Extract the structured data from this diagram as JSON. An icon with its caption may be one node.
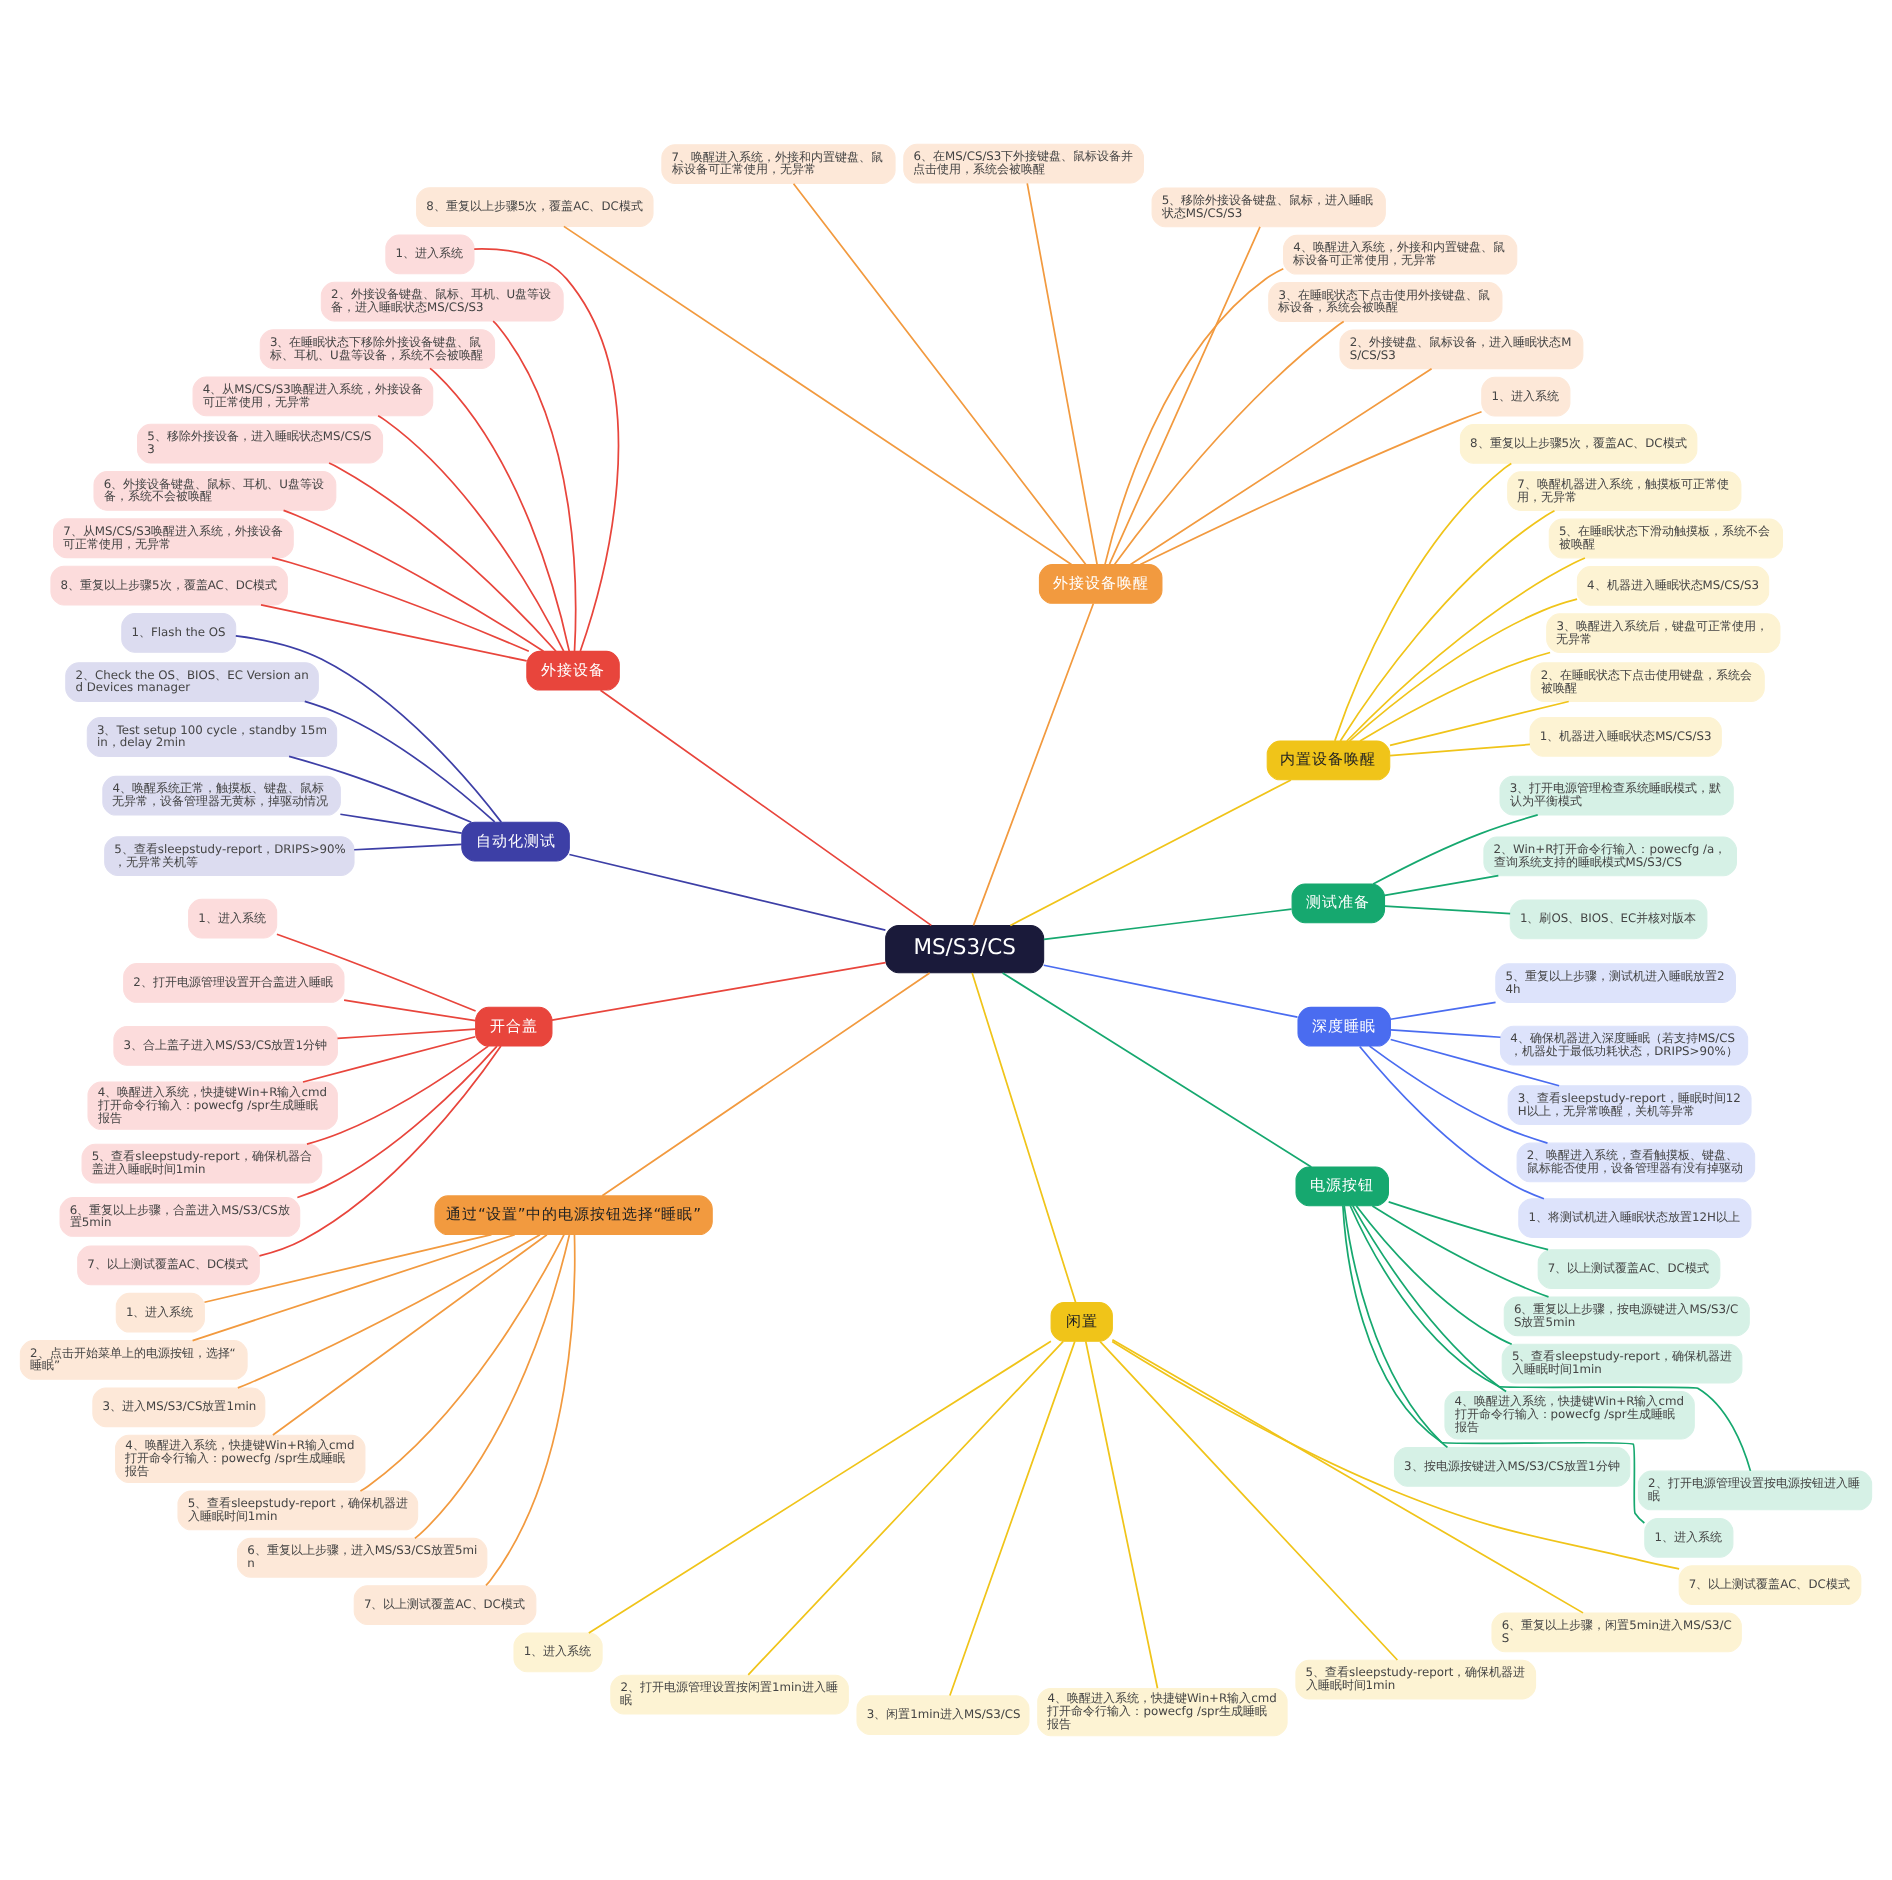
{
  "diagram": {
    "nodes": [
      {
        "text": [
          "MS/S3/CS"
        ]
      },
      {
        "text": [
          "测试准备"
        ]
      },
      {
        "text": [
          "1、刷OS、BIOS、EC并核对版本"
        ]
      },
      {
        "text": [
          "2、Win+R打开命令行输入：powecfg /a，查询系统支持的睡眠模式MS/S3/CS"
        ]
      },
      {
        "text": [
          "3、打开电源管理检查系统睡眠模式，默认为平衡模式"
        ]
      },
      {
        "text": [
          "内置设备唤醒"
        ]
      },
      {
        "text": [
          "1、机器进入睡眠状态MS/CS/S3"
        ]
      },
      {
        "text": [
          "2、在睡眠状态下点击使用键盘，系统会被唤醒"
        ]
      },
      {
        "text": [
          "3、唤醒进入系统后，键盘可正常使用，无异常"
        ]
      },
      {
        "text": [
          "4、机器进入睡眠状态MS/CS/S3"
        ]
      },
      {
        "text": [
          "5、在睡眠状态下滑动触摸板，系统不会被唤醒"
        ]
      },
      {
        "text": [
          "7、唤醒机器进入系统，触摸板可正常使用，无异常"
        ]
      },
      {
        "text": [
          "8、重复以上步骤5次，覆盖AC、DC模式"
        ]
      },
      {
        "text": [
          "外接设备唤醒"
        ]
      },
      {
        "text": [
          "1、进入系统"
        ]
      },
      {
        "text": [
          "2、外接键盘、鼠标设备，进入睡眠状态MS/CS/S3"
        ]
      },
      {
        "text": [
          "3、在睡眠状态下点击使用外接键盘、鼠标设备，系统会被唤醒"
        ]
      },
      {
        "text": [
          "4、唤醒进入系统，外接和内置键盘、鼠标设备可正常使用，无异常"
        ]
      },
      {
        "text": [
          "5、移除外接设备键盘、鼠标，进入睡眠状态MS/CS/S3"
        ]
      },
      {
        "text": [
          "6、在MS/CS/S3下外接键盘、鼠标设备并点击使用，系统会被唤醒"
        ]
      },
      {
        "text": [
          "7、唤醒进入系统，外接和内置键盘、鼠标设备可正常使用，无异常"
        ]
      },
      {
        "text": [
          "8、重复以上步骤5次，覆盖AC、DC模式"
        ]
      },
      {
        "text": [
          "外接设备"
        ]
      },
      {
        "text": [
          "1、进入系统"
        ]
      },
      {
        "text": [
          "2、外接设备键盘、鼠标、耳机、U盘等设备，进入睡眠状态MS/CS/S3"
        ]
      },
      {
        "text": [
          "3、在睡眠状态下移除外接设备键盘、鼠标、耳机、U盘等设备，系统不会被唤醒"
        ]
      },
      {
        "text": [
          "4、从MS/CS/S3唤醒进入系统，外接设备可正常使用，无异常"
        ]
      },
      {
        "text": [
          "5、移除外接设备，进入睡眠状态MS/CS/S3"
        ]
      },
      {
        "text": [
          "6、外接设备键盘、鼠标、耳机、U盘等设备，系统不会被唤醒"
        ]
      },
      {
        "text": [
          "7、从MS/CS/S3唤醒进入系统，外接设备可正常使用，无异常"
        ]
      },
      {
        "text": [
          "8、重复以上步骤5次，覆盖AC、DC模式"
        ]
      },
      {
        "text": [
          "自动化测试"
        ]
      },
      {
        "text": [
          "1、Flash the OS"
        ]
      },
      {
        "text": [
          "2、Check the OS、BIOS、EC Version and Devices manager"
        ]
      },
      {
        "text": [
          "3、Test setup 100 cycle，standby 15min，delay 2min"
        ]
      },
      {
        "text": [
          "4、唤醒系统正常，触摸板、键盘、鼠标无异常，设备管理器无黄标，掉驱动情况"
        ]
      },
      {
        "text": [
          "5、查看sleepstudy-report，DRIPS>90%，无异常关机等"
        ]
      },
      {
        "text": [
          "开合盖"
        ]
      },
      {
        "text": [
          "1、进入系统"
        ]
      },
      {
        "text": [
          "2、打开电源管理设置开合盖进入睡眠"
        ]
      },
      {
        "text": [
          "3、合上盖子进入MS/S3/CS放置1分钟"
        ]
      },
      {
        "text": [
          "4、唤醒进入系统，快捷键Win+R输入cmd打开命令行输入：powecfg /spr生成睡眠报告"
        ]
      },
      {
        "text": [
          "5、查看sleepstudy-report，确保机器合盖进入睡眠时间1min"
        ]
      },
      {
        "text": [
          "6、重复以上步骤，合盖进入MS/S3/CS放置5min"
        ]
      },
      {
        "text": [
          "7、以上测试覆盖AC、DC模式"
        ]
      },
      {
        "text": [
          "通过“设置”中的电源按钮选择“睡眠”"
        ]
      },
      {
        "text": [
          "1、进入系统"
        ]
      },
      {
        "text": [
          "2、点击开始菜单上的电源按钮，选择“睡眠”"
        ]
      },
      {
        "text": [
          "3、进入MS/S3/CS放置1min"
        ]
      },
      {
        "text": [
          "4、唤醒进入系统，快捷键Win+R输入cmd打开命令行输入：powecfg /spr生成睡眠报告"
        ]
      },
      {
        "text": [
          "5、查看sleepstudy-report，确保机器进入睡眠时间1min"
        ]
      },
      {
        "text": [
          "6、重复以上步骤，进入MS/S3/CS放置5min"
        ]
      },
      {
        "text": [
          "7、以上测试覆盖AC、DC模式"
        ]
      },
      {
        "text": [
          "闲置"
        ]
      },
      {
        "text": [
          "1、进入系统"
        ]
      },
      {
        "text": [
          "2、打开电源管理设置按闲置1min进入睡眠"
        ]
      },
      {
        "text": [
          "3、闲置1min进入MS/S3/CS"
        ]
      },
      {
        "text": [
          "4、唤醒进入系统，快捷键Win+R输入cmd打开命令行输入：powecfg /spr生成睡眠报告"
        ]
      },
      {
        "text": [
          "5、查看sleepstudy-report，确保机器进入睡眠时间1min"
        ]
      },
      {
        "text": [
          "6、重复以上步骤，闲置5min进入MS/S3/CS"
        ]
      },
      {
        "text": [
          "7、以上测试覆盖AC、DC模式"
        ]
      },
      {
        "text": [
          "电源按钮"
        ]
      },
      {
        "text": [
          "1、进入系统"
        ]
      },
      {
        "text": [
          "2、打开电源管理设置按电源按钮进入睡眠"
        ]
      },
      {
        "text": [
          "3、按电源按键进入MS/S3/CS放置1分钟"
        ]
      },
      {
        "text": [
          "4、唤醒进入系统，快捷键Win+R输入cmd打开命令行输入：powecfg /spr生成睡眠报告"
        ]
      },
      {
        "text": [
          "5、查看sleepstudy-report，确保机器进入睡眠时间1min"
        ]
      },
      {
        "text": [
          "6、重复以上步骤，按电源键进入MS/S3/CS放置5min"
        ]
      },
      {
        "text": [
          "7、以上测试覆盖AC、DC模式"
        ]
      },
      {
        "text": [
          "深度睡眠"
        ]
      },
      {
        "text": [
          "1、将测试机进入睡眠状态放置12H以上"
        ]
      },
      {
        "text": [
          "2、唤醒进入系统，查看触摸板、键盘、鼠标能否使用，设备管理器有没有掉驱动"
        ]
      },
      {
        "text": [
          "3、查看sleepstudy-report，睡眠时间12H以上，无异常唤醒，关机等异常"
        ]
      },
      {
        "text": [
          "4、确保机器进入深度睡眠（若支持MS/CS，机器处于最低功耗状态，DRIPS>90%）"
        ]
      },
      {
        "text": [
          "5、重复以上步骤，测试机进入睡眠放置24h"
        ]
      }
    ],
    "edges": [
      {
        "from": 0,
        "to": 1,
        "arrow": "none",
        "color": "#16a86f"
      },
      {
        "from": 1,
        "to": 2,
        "arrow": "none",
        "color": "#16a86f"
      },
      {
        "from": 1,
        "to": 3,
        "arrow": "none",
        "color": "#16a86f"
      },
      {
        "from": 1,
        "to": 4,
        "arrow": "none",
        "color": "#16a86f"
      },
      {
        "from": 0,
        "to": 5,
        "arrow": "none",
        "color": "#f0c419"
      },
      {
        "from": 5,
        "to": 6,
        "arrow": "none",
        "color": "#f0c419"
      },
      {
        "from": 5,
        "to": 7,
        "arrow": "none",
        "color": "#f0c419"
      },
      {
        "from": 5,
        "to": 8,
        "arrow": "none",
        "color": "#f0c419"
      },
      {
        "from": 5,
        "to": 9,
        "arrow": "none",
        "color": "#f0c419"
      },
      {
        "from": 5,
        "to": 10,
        "arrow": "none",
        "color": "#f0c419"
      },
      {
        "from": 5,
        "to": 11,
        "arrow": "none",
        "color": "#f0c419"
      },
      {
        "from": 5,
        "to": 12,
        "arrow": "none",
        "color": "#f0c419"
      },
      {
        "from": 0,
        "to": 13,
        "arrow": "none",
        "color": "#f29a3f"
      },
      {
        "from": 13,
        "to": 14,
        "arrow": "none",
        "color": "#f29a3f"
      },
      {
        "from": 13,
        "to": 15,
        "arrow": "none",
        "color": "#f29a3f"
      },
      {
        "from": 13,
        "to": 16,
        "arrow": "none",
        "color": "#f29a3f"
      },
      {
        "from": 13,
        "to": 17,
        "arrow": "none",
        "color": "#f29a3f"
      },
      {
        "from": 13,
        "to": 18,
        "arrow": "none",
        "color": "#f29a3f"
      },
      {
        "from": 13,
        "to": 19,
        "arrow": "none",
        "color": "#f29a3f"
      },
      {
        "from": 13,
        "to": 20,
        "arrow": "none",
        "color": "#f29a3f"
      },
      {
        "from": 13,
        "to": 21,
        "arrow": "none",
        "color": "#f29a3f"
      },
      {
        "from": 0,
        "to": 22,
        "arrow": "none",
        "color": "#e8453c"
      },
      {
        "from": 22,
        "to": 23,
        "arrow": "none",
        "color": "#e8453c"
      },
      {
        "from": 22,
        "to": 24,
        "arrow": "none",
        "color": "#e8453c"
      },
      {
        "from": 22,
        "to": 25,
        "arrow": "none",
        "color": "#e8453c"
      },
      {
        "from": 22,
        "to": 26,
        "arrow": "none",
        "color": "#e8453c"
      },
      {
        "from": 22,
        "to": 27,
        "arrow": "none",
        "color": "#e8453c"
      },
      {
        "from": 22,
        "to": 28,
        "arrow": "none",
        "color": "#e8453c"
      },
      {
        "from": 22,
        "to": 29,
        "arrow": "none",
        "color": "#e8453c"
      },
      {
        "from": 22,
        "to": 30,
        "arrow": "none",
        "color": "#e8453c"
      },
      {
        "from": 0,
        "to": 31,
        "arrow": "none",
        "color": "#3d3fa6"
      },
      {
        "from": 31,
        "to": 32,
        "arrow": "none",
        "color": "#3d3fa6"
      },
      {
        "from": 31,
        "to": 33,
        "arrow": "none",
        "color": "#3d3fa6"
      },
      {
        "from": 31,
        "to": 34,
        "arrow": "none",
        "color": "#3d3fa6"
      },
      {
        "from": 31,
        "to": 35,
        "arrow": "none",
        "color": "#3d3fa6"
      },
      {
        "from": 31,
        "to": 36,
        "arrow": "none",
        "color": "#3d3fa6"
      },
      {
        "from": 0,
        "to": 37,
        "arrow": "none",
        "color": "#e8453c"
      },
      {
        "from": 37,
        "to": 38,
        "arrow": "none",
        "color": "#e8453c"
      },
      {
        "from": 37,
        "to": 39,
        "arrow": "none",
        "color": "#e8453c"
      },
      {
        "from": 37,
        "to": 40,
        "arrow": "none",
        "color": "#e8453c"
      },
      {
        "from": 37,
        "to": 41,
        "arrow": "none",
        "color": "#e8453c"
      },
      {
        "from": 37,
        "to": 42,
        "arrow": "none",
        "color": "#e8453c"
      },
      {
        "from": 37,
        "to": 43,
        "arrow": "none",
        "color": "#e8453c"
      },
      {
        "from": 37,
        "to": 44,
        "arrow": "none",
        "color": "#e8453c"
      },
      {
        "from": 0,
        "to": 45,
        "arrow": "none",
        "color": "#f29a3f"
      },
      {
        "from": 45,
        "to": 46,
        "arrow": "none",
        "color": "#f29a3f"
      },
      {
        "from": 45,
        "to": 47,
        "arrow": "none",
        "color": "#f29a3f"
      },
      {
        "from": 45,
        "to": 48,
        "arrow": "none",
        "color": "#f29a3f"
      },
      {
        "from": 45,
        "to": 49,
        "arrow": "none",
        "color": "#f29a3f"
      },
      {
        "from": 45,
        "to": 50,
        "arrow": "none",
        "color": "#f29a3f"
      },
      {
        "from": 45,
        "to": 51,
        "arrow": "none",
        "color": "#f29a3f"
      },
      {
        "from": 45,
        "to": 52,
        "arrow": "none",
        "color": "#f29a3f"
      },
      {
        "from": 0,
        "to": 53,
        "arrow": "none",
        "color": "#f0c419"
      },
      {
        "from": 53,
        "to": 54,
        "arrow": "none",
        "color": "#f0c419"
      },
      {
        "from": 53,
        "to": 55,
        "arrow": "none",
        "color": "#f0c419"
      },
      {
        "from": 53,
        "to": 56,
        "arrow": "none",
        "color": "#f0c419"
      },
      {
        "from": 53,
        "to": 57,
        "arrow": "none",
        "color": "#f0c419"
      },
      {
        "from": 53,
        "to": 58,
        "arrow": "none",
        "color": "#f0c419"
      },
      {
        "from": 53,
        "to": 59,
        "arrow": "none",
        "color": "#f0c419"
      },
      {
        "from": 53,
        "to": 60,
        "arrow": "none",
        "color": "#f0c419"
      },
      {
        "from": 0,
        "to": 61,
        "arrow": "none",
        "color": "#16a86f"
      },
      {
        "from": 61,
        "to": 62,
        "arrow": "none",
        "color": "#16a86f"
      },
      {
        "from": 61,
        "to": 63,
        "arrow": "none",
        "color": "#16a86f"
      },
      {
        "from": 61,
        "to": 64,
        "arrow": "none",
        "color": "#16a86f"
      },
      {
        "from": 61,
        "to": 65,
        "arrow": "none",
        "color": "#16a86f"
      },
      {
        "from": 61,
        "to": 66,
        "arrow": "none",
        "color": "#16a86f"
      },
      {
        "from": 61,
        "to": 67,
        "arrow": "none",
        "color": "#16a86f"
      },
      {
        "from": 61,
        "to": 68,
        "arrow": "none",
        "color": "#16a86f"
      },
      {
        "from": 0,
        "to": 69,
        "arrow": "none",
        "color": "#4a6cf0"
      },
      {
        "from": 69,
        "to": 70,
        "arrow": "none",
        "color": "#4a6cf0"
      },
      {
        "from": 69,
        "to": 71,
        "arrow": "none",
        "color": "#4a6cf0"
      },
      {
        "from": 69,
        "to": 72,
        "arrow": "none",
        "color": "#4a6cf0"
      },
      {
        "from": 69,
        "to": 73,
        "arrow": "none",
        "color": "#4a6cf0"
      },
      {
        "from": 69,
        "to": 74,
        "arrow": "none",
        "color": "#4a6cf0"
      }
    ]
  }
}
